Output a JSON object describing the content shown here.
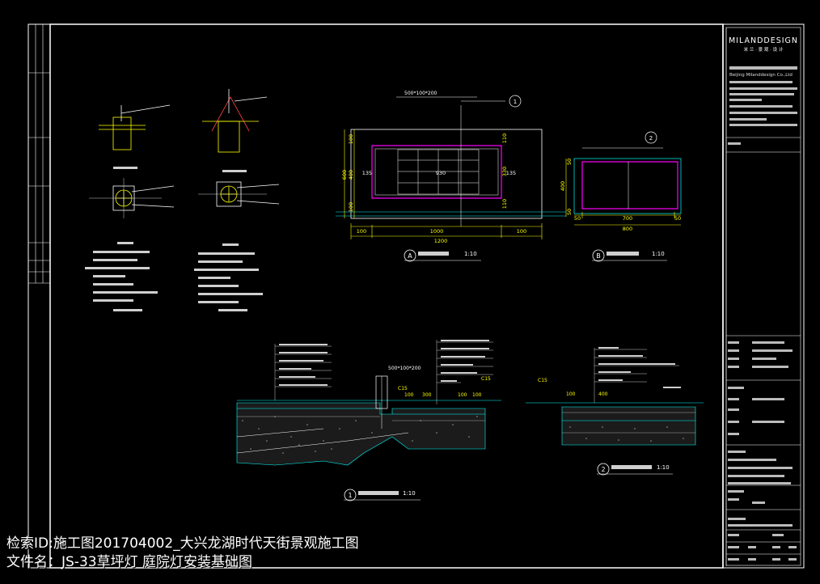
{
  "title_block": {
    "brand": "MILANDDESIGN",
    "brand_tagline": "米 兰 · 景 观 · 设 计",
    "company_en": "Beijing Milanddesign Co.,Ltd"
  },
  "detail_labels": {
    "a_marker": "A",
    "a_scale": "1:10",
    "b_marker": "B",
    "b_scale": "1:10",
    "c1_marker": "1",
    "c1_scale": "1:10",
    "c2_marker": "2",
    "c2_scale": "1:10",
    "callout_1": "1",
    "callout_2": "2"
  },
  "dimensions_a": {
    "w_total": "1200",
    "w_inner": "1000",
    "w_left": "100",
    "w_right": "100",
    "h_total": "600",
    "h_mid": "400",
    "h_top": "100",
    "h_bot": "100",
    "gap_left": "135",
    "gap_mid": "930",
    "gap_right": "135",
    "h_inner": "330",
    "h_t": "110",
    "h_b": "110",
    "top_note": "500*100*200"
  },
  "dimensions_b": {
    "w_total": "800",
    "w_inner": "700",
    "w_l": "50",
    "w_r": "50",
    "h_total": "400",
    "h_t": "50",
    "h_b": "50"
  },
  "section_dims": {
    "s1_a": "100",
    "s1_b": "300",
    "s1_c": "100",
    "s1_d": "100",
    "s1_e": "C15",
    "s1_f": "C15",
    "s1_note": "500*100*200",
    "s2_a": "C15",
    "s2_b": "100",
    "s2_c": "400"
  },
  "watermark": {
    "line1": "检索ID:施工图201704002_大兴龙湖时代天街景观施工图",
    "line2": "文件名：JS-33草坪灯 庭院灯安装基础图"
  }
}
